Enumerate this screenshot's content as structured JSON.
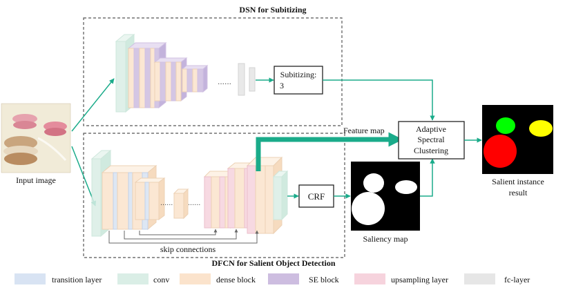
{
  "dsn": {
    "title": "DSN for Subitizing",
    "title_color": "#d4587e"
  },
  "dfcn": {
    "title": "DFCN for Salient Object Detection",
    "title_color": "#2f8fd6"
  },
  "input_image": {
    "label": "Input image"
  },
  "subitizing": {
    "label": "Subitizing:",
    "value": "3"
  },
  "feature_map": {
    "label": "Feature map"
  },
  "clustering": {
    "line1": "Adaptive",
    "line2": "Spectral",
    "line3": "Clustering"
  },
  "crf": {
    "label": "CRF"
  },
  "saliency_map": {
    "label": "Saliency map"
  },
  "result": {
    "line1": "Salient instance",
    "line2": "result"
  },
  "skip": {
    "label": "skip connections"
  },
  "legend": [
    {
      "label": "transition layer",
      "color": "#d8e3f3"
    },
    {
      "label": "conv",
      "color": "#daeee6"
    },
    {
      "label": "dense block",
      "color": "#fbe3cc"
    },
    {
      "label": "SE block",
      "color": "#cdbde0"
    },
    {
      "label": "upsampling layer",
      "color": "#f6d3dd"
    },
    {
      "label": "fc-layer",
      "color": "#e6e6e6"
    }
  ],
  "colors": {
    "arrow": "#1aab8a",
    "result_red": "#ff0000",
    "result_green": "#00ff00",
    "result_yellow": "#ffff00"
  }
}
